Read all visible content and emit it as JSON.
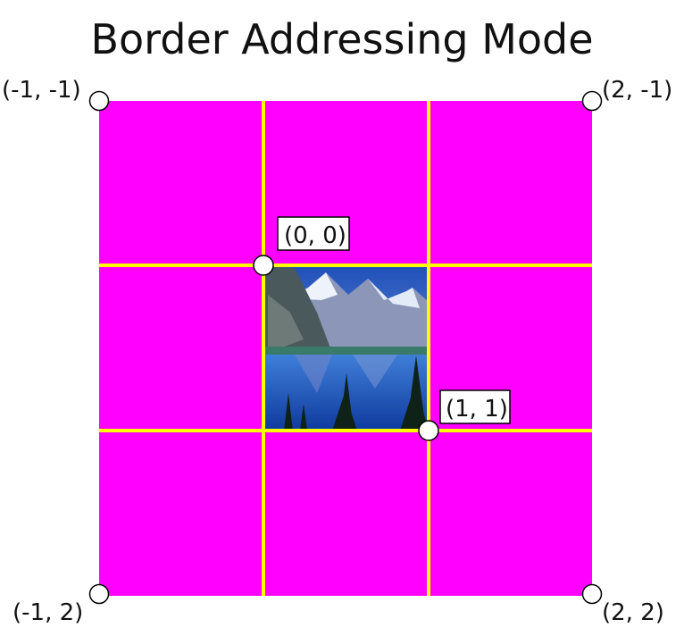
{
  "title": "Border Addressing Mode",
  "colors": {
    "border_fill": "#ff00ff",
    "grid_line": "#ffff00",
    "marker_fill": "#ffffff",
    "marker_stroke": "#000000"
  },
  "center_image": "mountain-lake-photo",
  "corner_labels": {
    "top_left": "(-1, -1)",
    "top_right": "(2, -1)",
    "bottom_left": "(-1, 2)",
    "bottom_right": "(2, 2)"
  },
  "image_labels": {
    "origin": "(0, 0)",
    "end": "(1, 1)"
  }
}
